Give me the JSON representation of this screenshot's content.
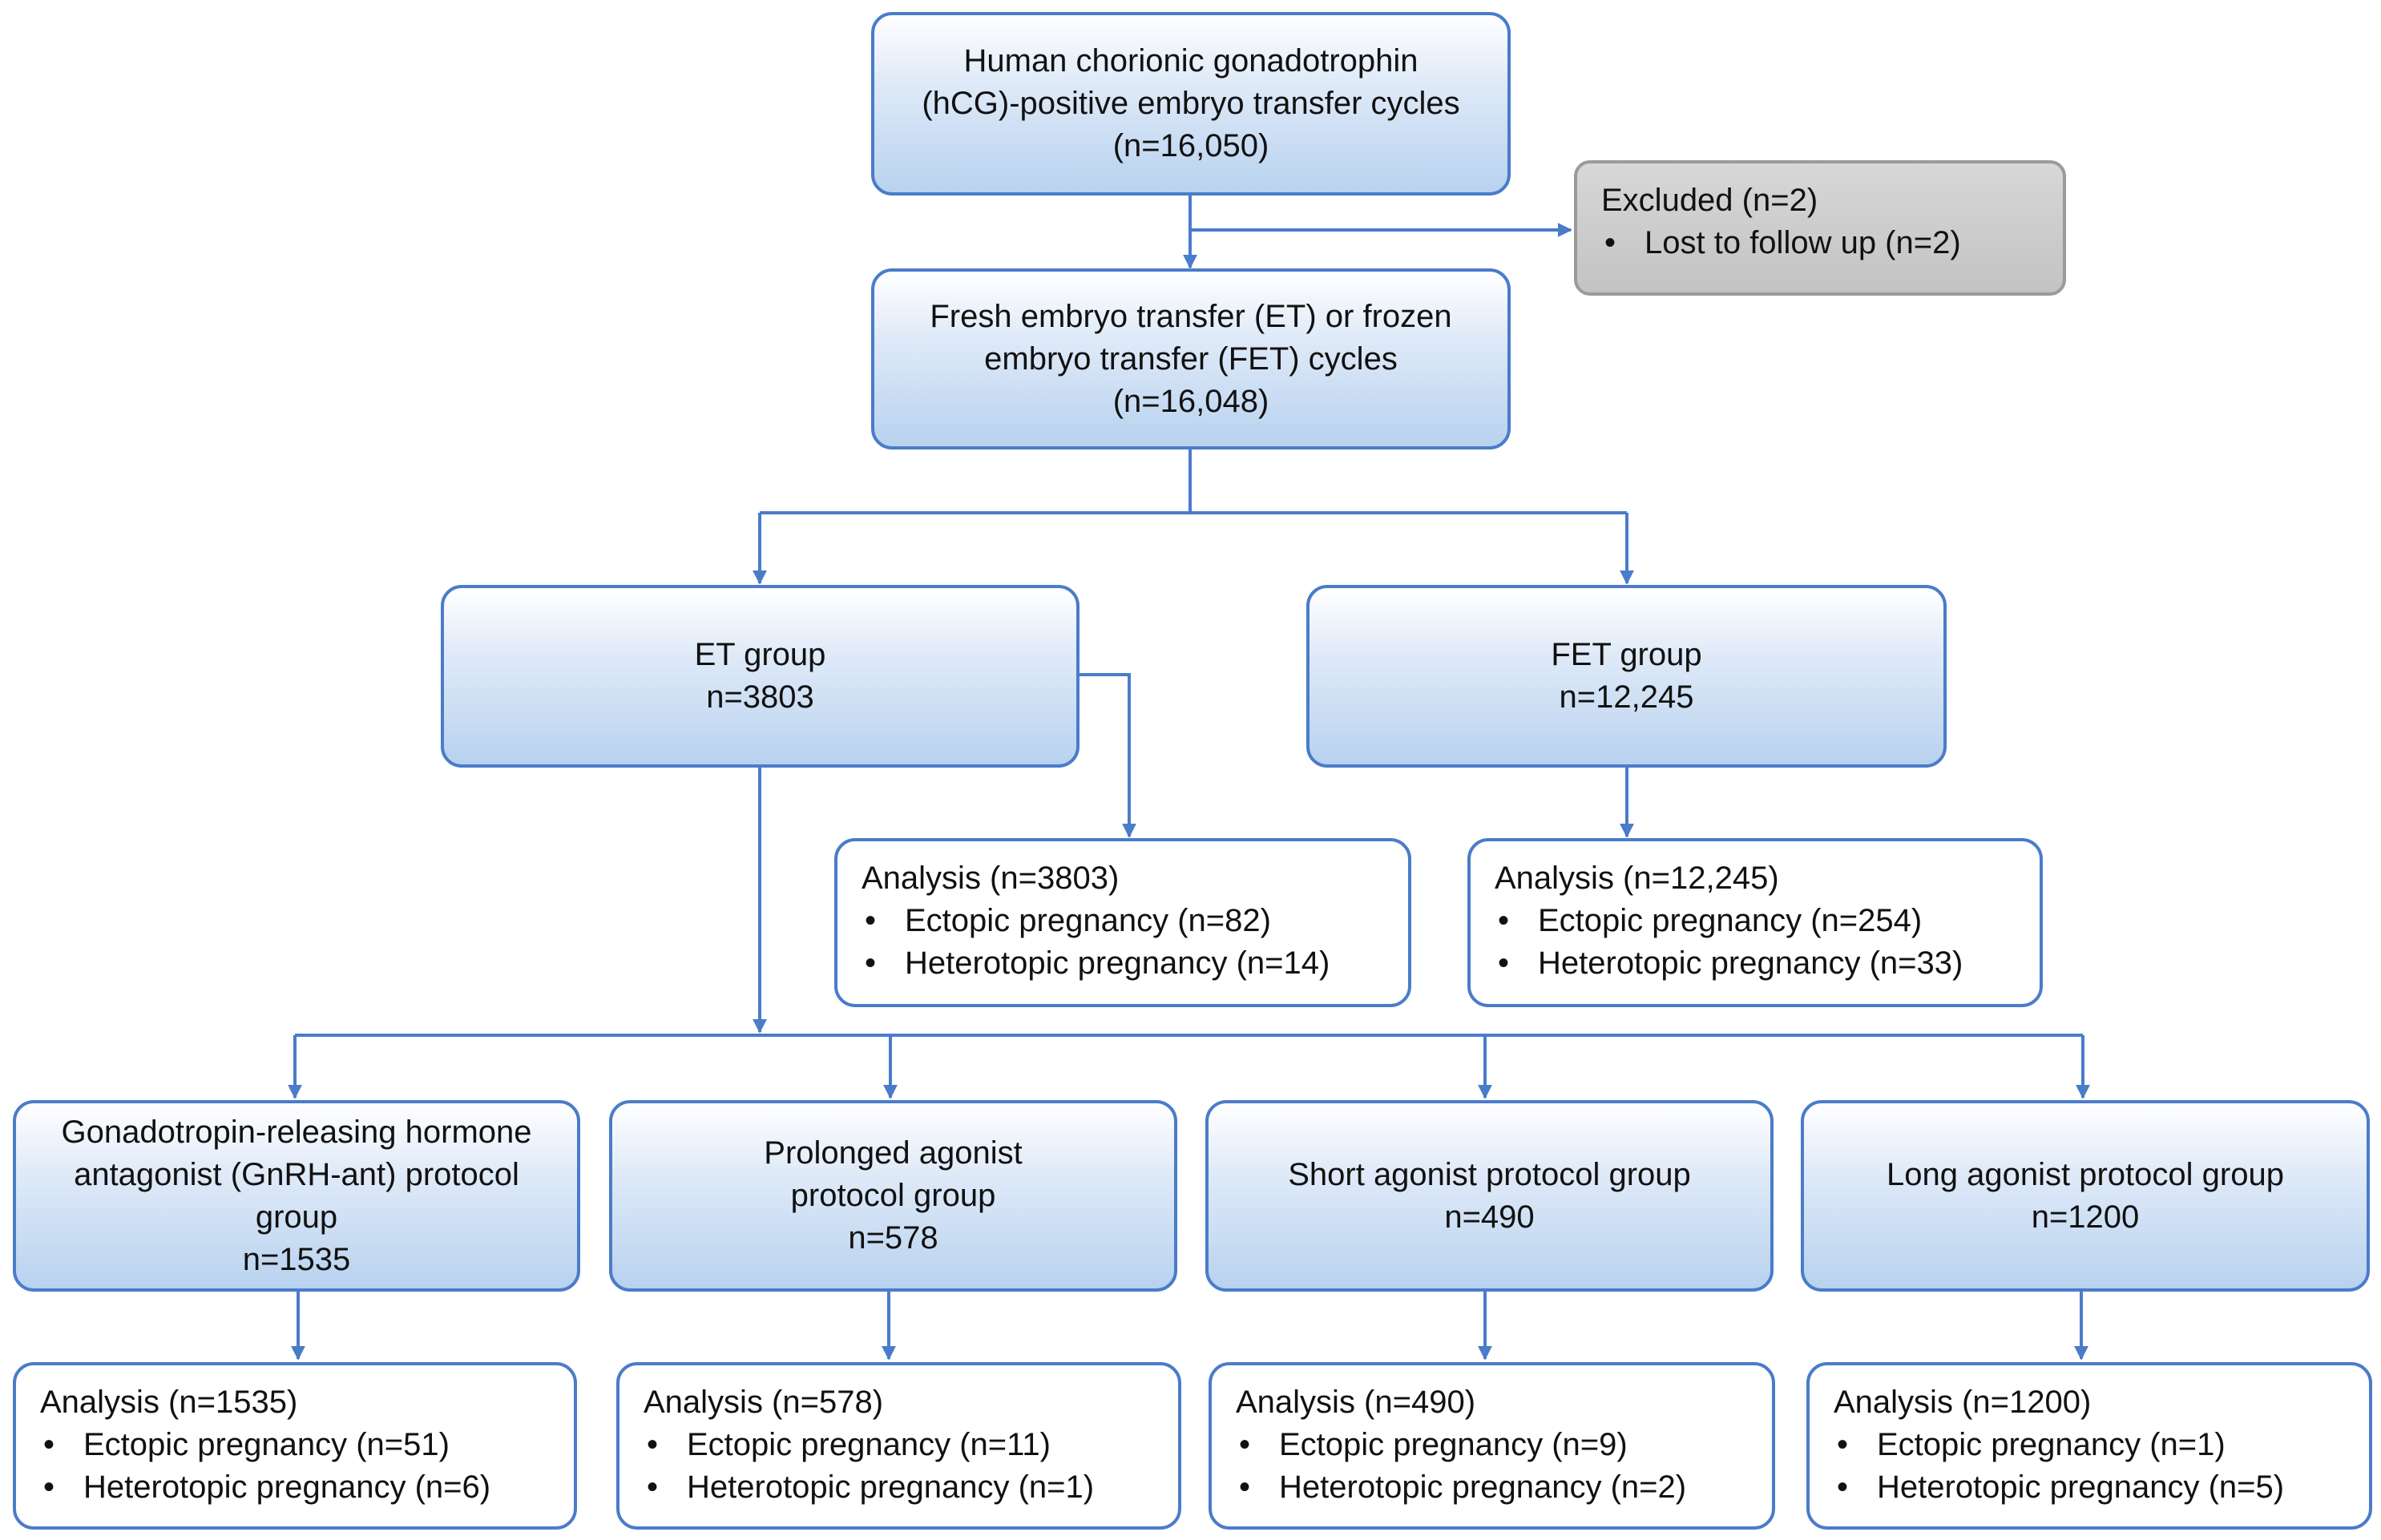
{
  "flowchart": {
    "top": {
      "lines": [
        "Human chorionic gonadotrophin",
        "(hCG)-positive embryo transfer cycles",
        "(n=16,050)"
      ]
    },
    "excluded": {
      "title": "Excluded (n=2)",
      "items": [
        "Lost to follow up (n=2)"
      ]
    },
    "transfer": {
      "lines": [
        "Fresh embryo transfer (ET) or frozen",
        "embryo transfer (FET) cycles",
        "(n=16,048)"
      ]
    },
    "et_group": {
      "lines": [
        "ET group",
        "n=3803"
      ]
    },
    "fet_group": {
      "lines": [
        "FET group",
        "n=12,245"
      ]
    },
    "et_analysis": {
      "title": "Analysis (n=3803)",
      "items": [
        "Ectopic pregnancy (n=82)",
        "Heterotopic pregnancy (n=14)"
      ]
    },
    "fet_analysis": {
      "title": "Analysis (n=12,245)",
      "items": [
        "Ectopic pregnancy (n=254)",
        "Heterotopic pregnancy (n=33)"
      ]
    },
    "protocols": [
      {
        "lines": [
          "Gonadotropin-releasing hormone",
          "antagonist (GnRH-ant) protocol",
          "group",
          "n=1535"
        ],
        "analysis": {
          "title": "Analysis (n=1535)",
          "items": [
            "Ectopic pregnancy (n=51)",
            "Heterotopic pregnancy (n=6)"
          ]
        }
      },
      {
        "lines": [
          "Prolonged agonist",
          "protocol group",
          "n=578"
        ],
        "analysis": {
          "title": "Analysis (n=578)",
          "items": [
            "Ectopic pregnancy (n=11)",
            "Heterotopic pregnancy (n=1)"
          ]
        }
      },
      {
        "lines": [
          "Short agonist protocol group",
          "n=490"
        ],
        "analysis": {
          "title": "Analysis (n=490)",
          "items": [
            "Ectopic pregnancy (n=9)",
            "Heterotopic pregnancy (n=2)"
          ]
        }
      },
      {
        "lines": [
          "Long agonist protocol group",
          "n=1200"
        ],
        "analysis": {
          "title": "Analysis (n=1200)",
          "items": [
            "Ectopic pregnancy (n=1)",
            "Heterotopic pregnancy (n=5)"
          ]
        }
      }
    ],
    "bullet_glyph": "•",
    "colors": {
      "box_border": "#4a7cc9",
      "connector": "#4a7cc9",
      "box_fill_top": "#ffffff",
      "box_fill_bottom": "#b8d2ef",
      "excluded_fill": "#c3c3c3",
      "excluded_border": "#9a9a9a"
    }
  }
}
